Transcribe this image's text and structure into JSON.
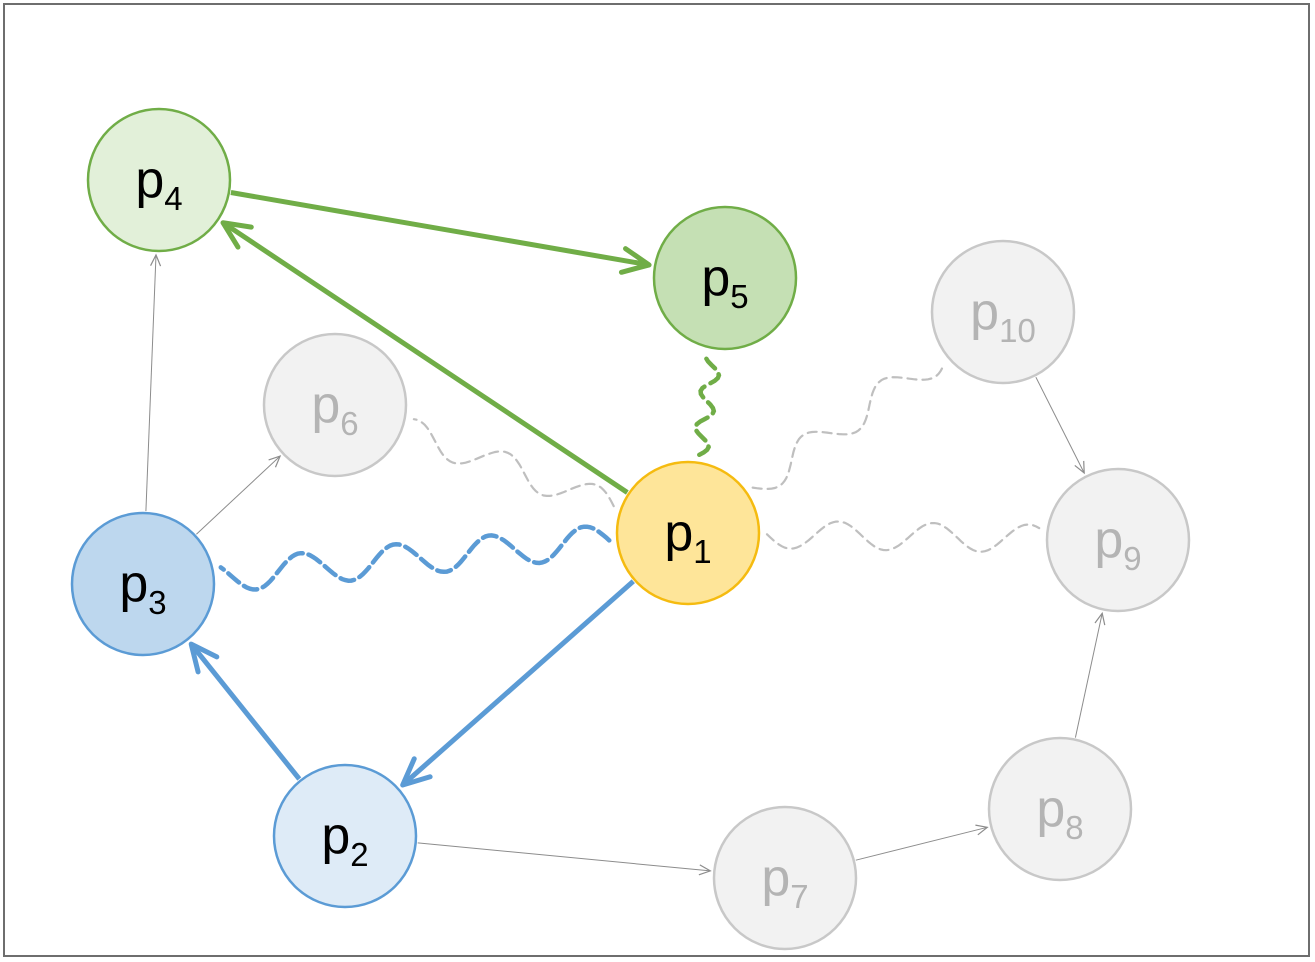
{
  "nodes": [
    {
      "id": "p1",
      "base": "p",
      "sub": "1",
      "style": "yellow"
    },
    {
      "id": "p2",
      "base": "p",
      "sub": "2",
      "style": "blue-light"
    },
    {
      "id": "p3",
      "base": "p",
      "sub": "3",
      "style": "blue"
    },
    {
      "id": "p4",
      "base": "p",
      "sub": "4",
      "style": "green-light"
    },
    {
      "id": "p5",
      "base": "p",
      "sub": "5",
      "style": "green"
    },
    {
      "id": "p6",
      "base": "p",
      "sub": "6",
      "style": "gray"
    },
    {
      "id": "p7",
      "base": "p",
      "sub": "7",
      "style": "gray"
    },
    {
      "id": "p8",
      "base": "p",
      "sub": "8",
      "style": "gray"
    },
    {
      "id": "p9",
      "base": "p",
      "sub": "9",
      "style": "gray"
    },
    {
      "id": "p10",
      "base": "p",
      "sub": "10",
      "style": "gray"
    }
  ],
  "edges": [
    {
      "from": "p1",
      "to": "p4",
      "style": "green"
    },
    {
      "from": "p4",
      "to": "p5",
      "style": "green"
    },
    {
      "from": "p1",
      "to": "p2",
      "style": "blue"
    },
    {
      "from": "p2",
      "to": "p3",
      "style": "blue"
    },
    {
      "from": "p3",
      "to": "p4",
      "style": "thin"
    },
    {
      "from": "p3",
      "to": "p6",
      "style": "thin"
    },
    {
      "from": "p2",
      "to": "p7",
      "style": "thin"
    },
    {
      "from": "p7",
      "to": "p8",
      "style": "thin"
    },
    {
      "from": "p8",
      "to": "p9",
      "style": "thin"
    },
    {
      "from": "p10",
      "to": "p9",
      "style": "thin"
    }
  ],
  "links": [
    {
      "a": "p1",
      "b": "p5",
      "style": "green"
    },
    {
      "a": "p1",
      "b": "p3",
      "style": "blue"
    },
    {
      "a": "p1",
      "b": "p6",
      "style": "gray"
    },
    {
      "a": "p1",
      "b": "p10",
      "style": "gray"
    },
    {
      "a": "p1",
      "b": "p9",
      "style": "gray"
    }
  ],
  "colors": {
    "yellow_fill": "#fee599",
    "yellow_stroke": "#f5bb10",
    "blue_fill": "#bdd7ee",
    "blue_light_fill": "#deebf7",
    "blue_stroke": "#5b9bd5",
    "green_fill": "#c5e0b4",
    "green_light_fill": "#e2f0d9",
    "green_stroke": "#70ad47",
    "gray_fill": "#f2f2f2",
    "gray_stroke": "#c8c8c8",
    "gray_text": "#b4b4b4",
    "thin_edge": "#8c8c8c",
    "dashed_gray": "#bfbfbf",
    "text": "#000000"
  }
}
